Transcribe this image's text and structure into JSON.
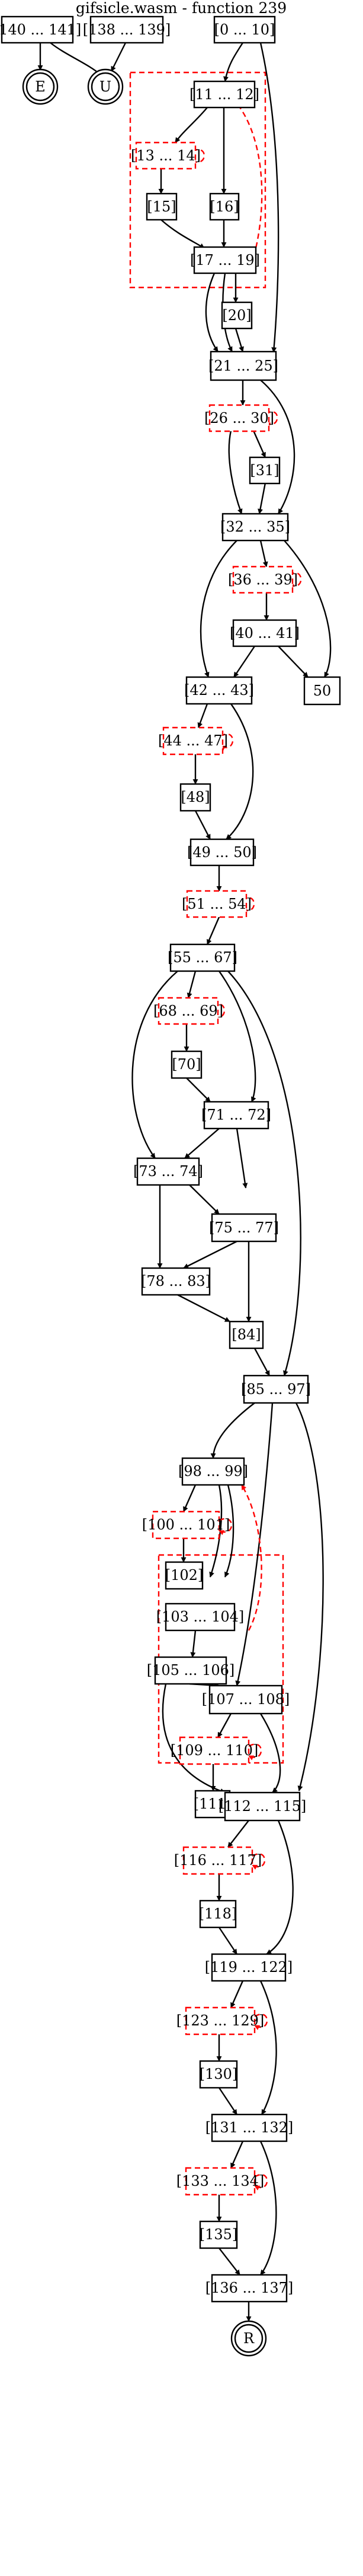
{
  "title": "gifsicle.wasm - function 239",
  "blocks": {
    "b140": "[140 ... 141]",
    "b138": "[138 ... 139]",
    "b0": "[0 ... 10]",
    "b11": "[11 ... 12]",
    "b13": "[13 ... 14]",
    "b15": "[15]",
    "b16": "[16]",
    "b17": "[17 ... 19]",
    "b20": "[20]",
    "b21": "[21 ... 25]",
    "b26": "[26 ... 30]",
    "b31": "[31]",
    "b32": "[32 ... 35]",
    "b36": "[36 ... 39]",
    "b40": "[40 ... 41]",
    "b50": "50",
    "b42": "[42 ... 43]",
    "b44": "[44 ... 47]",
    "b48": "[48]",
    "b49": "[49 ... 50]",
    "b51": "[51 ... 54]",
    "b55": "[55 ... 67]",
    "b68": "[68 ... 69]",
    "b70": "[70]",
    "b71": "[71 ... 72]",
    "b73": "[73 ... 74]",
    "b75": "[75 ... 77]",
    "b78": "[78 ... 83]",
    "b84": "[84]",
    "b85": "[85 ... 97]",
    "b98": "[98 ... 99]",
    "b100": "[100 ... 101]",
    "b102": "[102]",
    "b103": "[103 ... 104]",
    "b105": "[105 ... 106]",
    "b107": "[107 ... 108]",
    "b109": "[109 ... 110]",
    "b111": "[111]",
    "b112": "[112 ... 115]",
    "b116": "[116 ... 117]",
    "b118": "[118]",
    "b119": "[119 ... 122]",
    "b123": "[123 ... 129]",
    "b130": "[130]",
    "b131": "[131 ... 132]",
    "b133": "[133 ... 134]",
    "b135": "[135]",
    "b136": "[136 ... 137]"
  },
  "terminals": {
    "E": "E",
    "U": "U",
    "R": "R"
  },
  "loop_color": "#ff0000",
  "edge_color": "#000000"
}
